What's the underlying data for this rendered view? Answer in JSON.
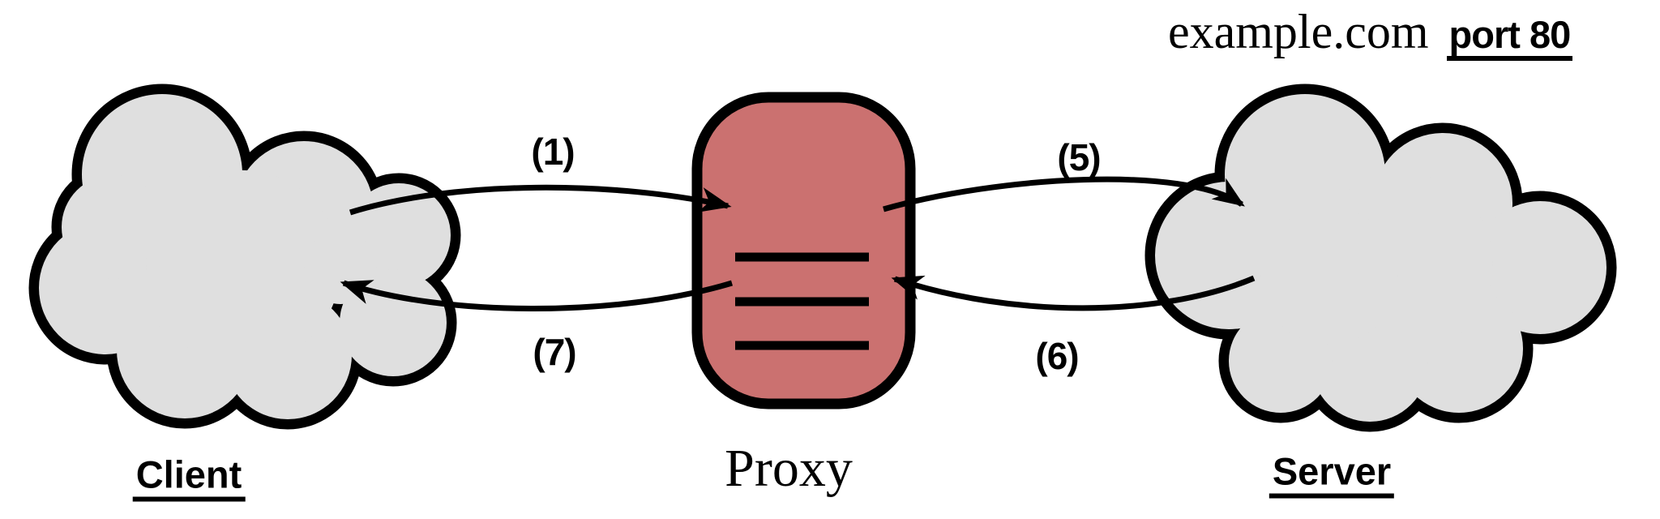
{
  "title": {
    "domain": "example.com",
    "port": "port 80"
  },
  "nodes": {
    "client": {
      "label": "Client"
    },
    "proxy": {
      "label": "Proxy"
    },
    "server": {
      "label": "Server"
    }
  },
  "arrows": {
    "step1": {
      "label": "(1)",
      "from": "client",
      "to": "proxy"
    },
    "step5": {
      "label": "(5)",
      "from": "proxy",
      "to": "server"
    },
    "step6": {
      "label": "(6)",
      "from": "server",
      "to": "proxy"
    },
    "step7": {
      "label": "(7)",
      "from": "proxy",
      "to": "client"
    }
  },
  "colors": {
    "proxy_fill": "#cb7170",
    "cloud_fill": "#dfdfdf",
    "outline": "#000000"
  }
}
